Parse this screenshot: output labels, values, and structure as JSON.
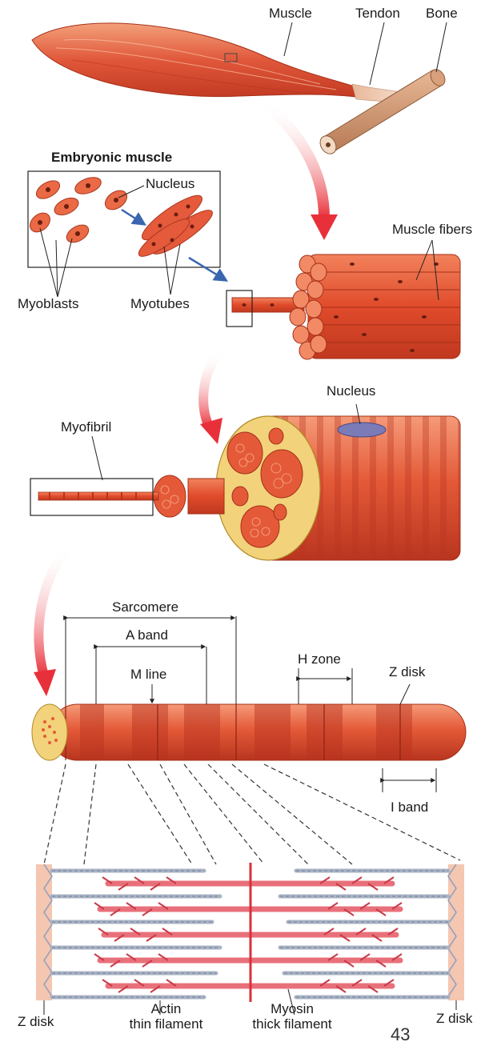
{
  "labels": {
    "muscle": "Muscle",
    "tendon": "Tendon",
    "bone": "Bone",
    "embryonic_muscle": "Embryonic muscle",
    "nucleus_top": "Nucleus",
    "myoblasts": "Myoblasts",
    "myotubes": "Myotubes",
    "muscle_fibers": "Muscle fibers",
    "nucleus_fiber": "Nucleus",
    "myofibril": "Myofibril",
    "sarcomere": "Sarcomere",
    "a_band": "A band",
    "m_line": "M line",
    "h_zone": "H zone",
    "z_disk_top": "Z disk",
    "i_band": "I band",
    "z_disk_left": "Z disk",
    "actin_line1": "Actin",
    "actin_line2": "thin filament",
    "myosin_line1": "Myosin",
    "myosin_line2": "thick filament",
    "z_disk_right": "Z disk"
  },
  "page_number": "43",
  "colors": {
    "muscle_red": "#d9442b",
    "muscle_light": "#f08060",
    "stripe_dark": "#b8321f",
    "arrow_red": "#e8303a",
    "arrow_blue": "#3a66b0",
    "connective_yellow": "#f2d27a",
    "nucleus_purple": "#7b7bb8",
    "actin_gray": "#a9b3c4",
    "myosin_pink": "#e8707a",
    "zdisk_peach": "#f5c6b0"
  }
}
